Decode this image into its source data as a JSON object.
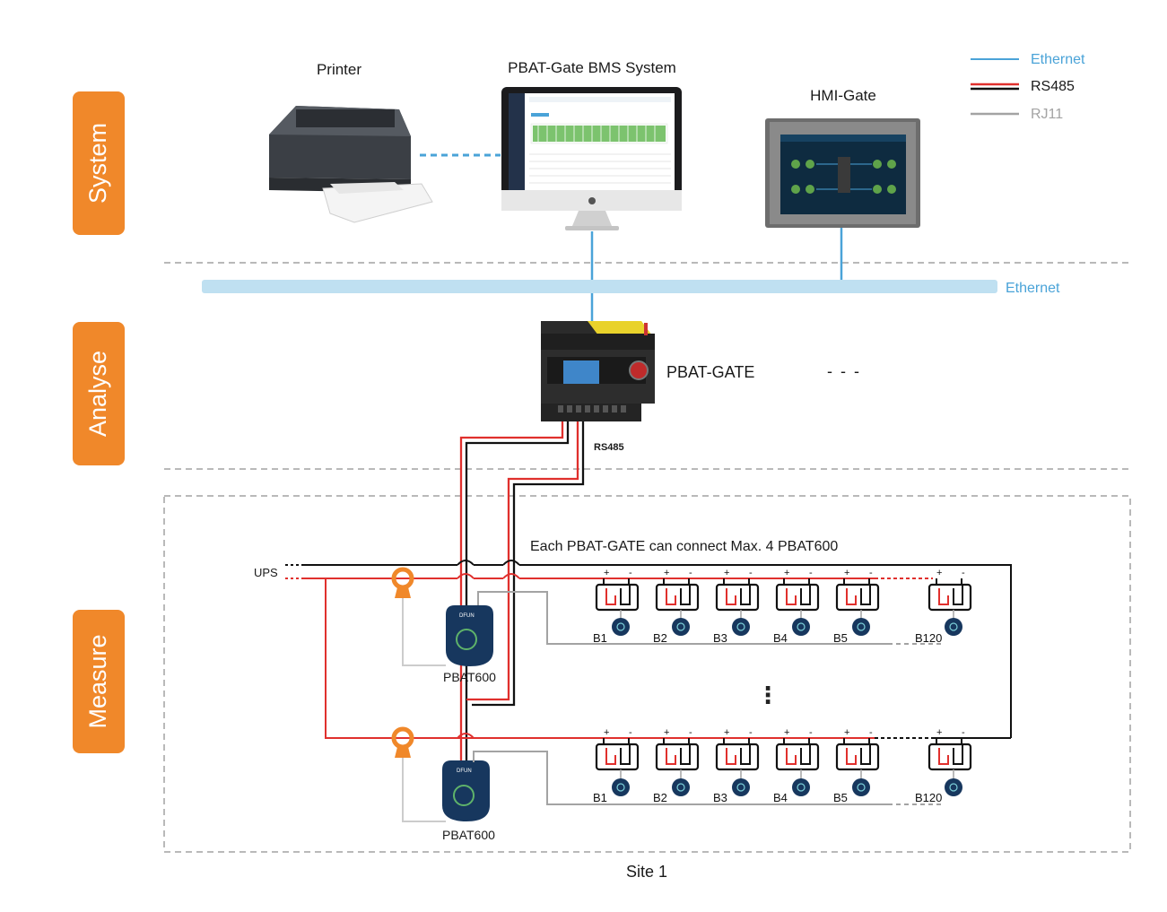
{
  "layers": {
    "system": "System",
    "analyse": "Analyse",
    "measure": "Measure"
  },
  "legend": {
    "ethernet": "Ethernet",
    "rs485": "RS485",
    "rj11": "RJ11"
  },
  "devices": {
    "printer": "Printer",
    "bms_system": "PBAT-Gate BMS System",
    "hmi_gate": "HMI-Gate",
    "gateway": "PBAT-GATE",
    "gateway_more": "- - -",
    "monitor_1": "PBAT600",
    "monitor_2": "PBAT600"
  },
  "bus": {
    "ethernet_label": "Ethernet"
  },
  "rs485_label": "RS485",
  "ups_label": "UPS",
  "note": "Each PBAT-GATE can connect Max. 4 PBAT600",
  "vertical_ellipsis": "⋮",
  "site_label": "Site 1",
  "battery_string_1": [
    {
      "label": "B1"
    },
    {
      "label": "B2"
    },
    {
      "label": "B3"
    },
    {
      "label": "B4"
    },
    {
      "label": "B5"
    },
    {
      "label": "B120"
    }
  ],
  "battery_string_2": [
    {
      "label": "B1"
    },
    {
      "label": "B2"
    },
    {
      "label": "B3"
    },
    {
      "label": "B4"
    },
    {
      "label": "B5"
    },
    {
      "label": "B120"
    }
  ],
  "terminal_plus": "+",
  "terminal_minus": "-",
  "colors": {
    "layer_orange": "#f0882a",
    "ethernet": "#4aa3d8",
    "ethernet_bus": "#bfe0f1",
    "rs485_red": "#e0302d",
    "black": "#111111",
    "rj11_gray": "#a3a3a3",
    "divider": "#b9b9b9",
    "device_navy": "#17375e"
  }
}
